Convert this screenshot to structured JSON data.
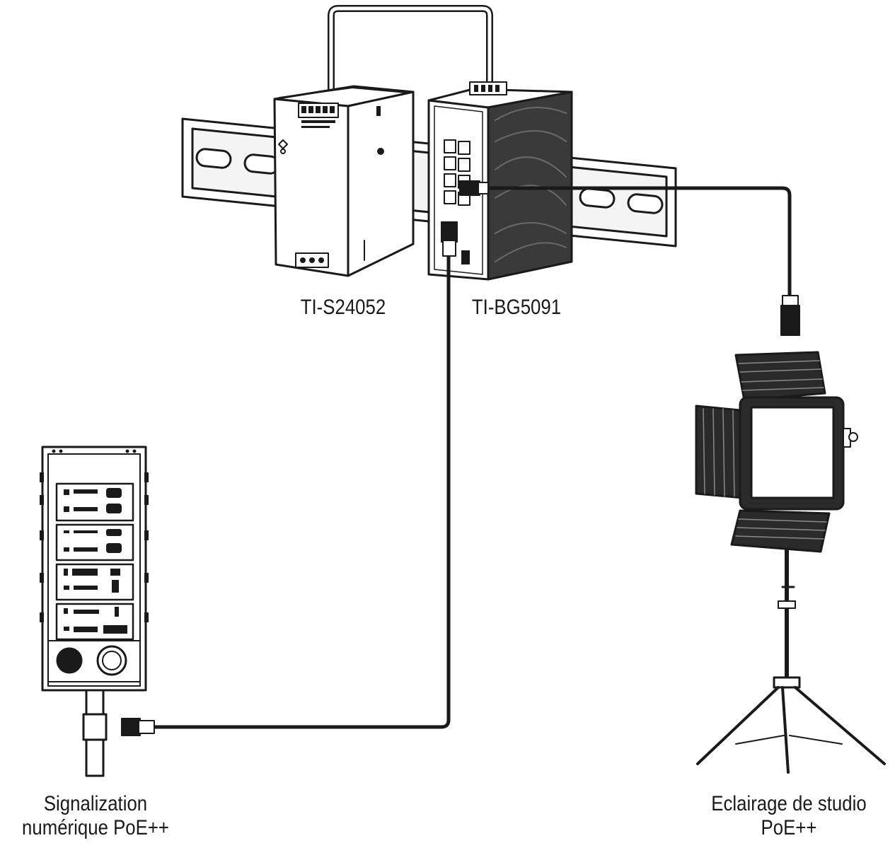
{
  "devices": {
    "power_supply": {
      "model": "TI-S24052"
    },
    "switch": {
      "model": "TI-BG5091"
    },
    "signage": {
      "label_line1": "Signalization",
      "label_line2": "numérique PoE++"
    },
    "studio_light": {
      "label_line1": "Eclairage de studio",
      "label_line2": "PoE++"
    }
  },
  "colors": {
    "line": "#1a1a1a",
    "background": "#ffffff"
  }
}
